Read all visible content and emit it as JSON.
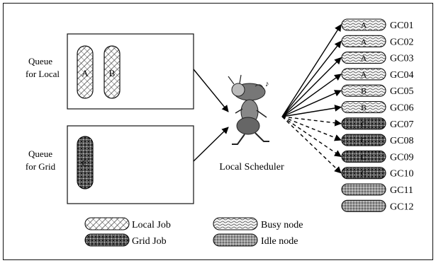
{
  "queues": {
    "local": {
      "label_line1": "Queue",
      "label_line2": "for Local",
      "jobs": [
        "A",
        "B"
      ]
    },
    "grid": {
      "label_line1": "Queue",
      "label_line2": "for Grid",
      "jobs": [
        "C"
      ]
    }
  },
  "scheduler": {
    "label": "Local Scheduler"
  },
  "nodes": [
    {
      "id": "GC01",
      "job": "A",
      "type": "busy",
      "link": "solid"
    },
    {
      "id": "GC02",
      "job": "A",
      "type": "busy",
      "link": "solid"
    },
    {
      "id": "GC03",
      "job": "A",
      "type": "busy",
      "link": "solid"
    },
    {
      "id": "GC04",
      "job": "A",
      "type": "busy",
      "link": "solid"
    },
    {
      "id": "GC05",
      "job": "B",
      "type": "busy",
      "link": "solid"
    },
    {
      "id": "GC06",
      "job": "B",
      "type": "busy",
      "link": "solid"
    },
    {
      "id": "GC07",
      "job": "C",
      "type": "grid",
      "link": "dashed"
    },
    {
      "id": "GC08",
      "job": "C",
      "type": "grid",
      "link": "dashed"
    },
    {
      "id": "GC09",
      "job": "C",
      "type": "grid",
      "link": "dashed"
    },
    {
      "id": "GC10",
      "job": "C",
      "type": "grid",
      "link": "dashed"
    },
    {
      "id": "GC11",
      "job": "",
      "type": "idle",
      "link": "none"
    },
    {
      "id": "GC12",
      "job": "",
      "type": "idle",
      "link": "none"
    }
  ],
  "legend": {
    "local_job": "Local Job",
    "grid_job": "Grid Job",
    "busy_node": "Busy node",
    "idle_node": "Idle node"
  }
}
